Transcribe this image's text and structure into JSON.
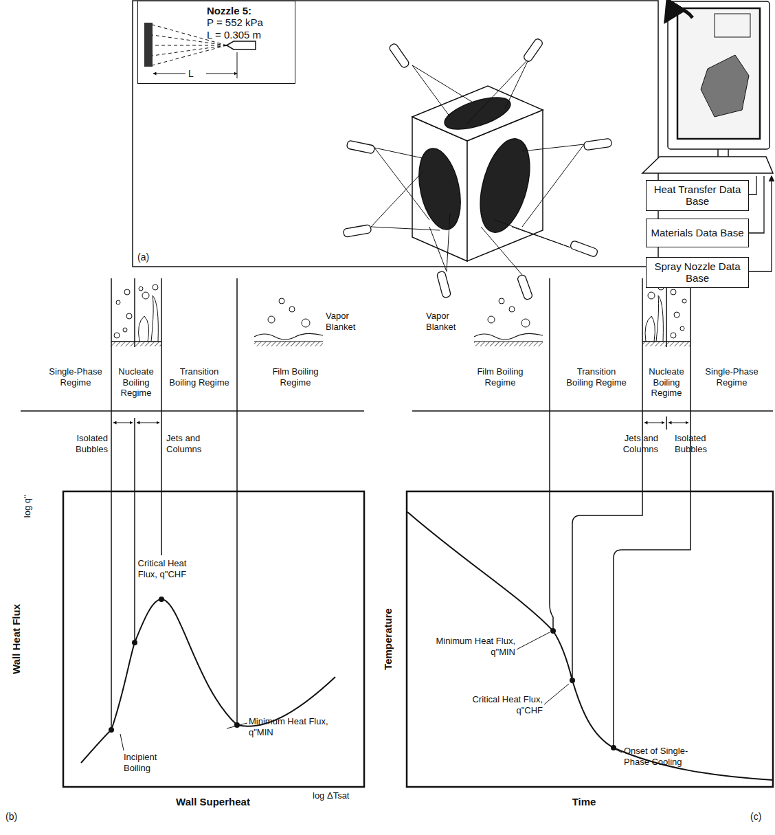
{
  "diagram": {
    "nodes": [
      {
        "text": [
          "Nozzle 5:",
          "P = 552 kPa",
          "L = 0.305 m"
        ]
      },
      {
        "text": [
          "Heat Transfer Data Base"
        ]
      },
      {
        "text": [
          "Materials Data Base"
        ]
      },
      {
        "text": [
          "Spray Nozzle Data Base"
        ]
      }
    ],
    "labels": [
      "(a)",
      "L",
      "Single-Phase Regime",
      "Nucleate Boiling Regime",
      "Transition Boiling Regime",
      "Film Boiling Regime",
      "Vapor Blanket",
      "Isolated Bubbles",
      "Jets and Columns",
      "Critical Heat Flux, q\"CHF",
      "Incipient Boiling",
      "Minimum Heat Flux, q\"MIN",
      "Wall Heat Flux",
      "log q\"",
      "Wall Superheat",
      "log ΔTsat",
      "(b)",
      "Vapor Blanket",
      "Film Boiling Regime",
      "Transition Boiling Regime",
      "Nucleate Boiling Regime",
      "Single-Phase Regime",
      "Jets and Columns",
      "Isolated Bubbles",
      "Minimum Heat Flux, q\"MIN",
      "Critical Heat Flux, q\"CHF",
      "Onset of Single-Phase Cooling",
      "Temperature",
      "Time",
      "(c)"
    ]
  }
}
